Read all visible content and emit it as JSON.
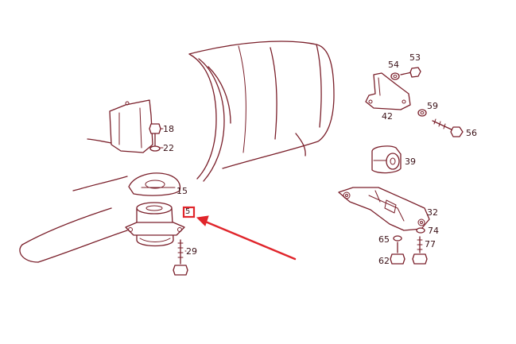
{
  "diagram": {
    "line_color": "#7a1f2a",
    "highlight_color": "#e0252b",
    "callouts": [
      {
        "id": "18",
        "text": "18"
      },
      {
        "id": "22",
        "text": "22"
      },
      {
        "id": "15",
        "text": "15"
      },
      {
        "id": "29",
        "text": "29"
      },
      {
        "id": "5",
        "text": "5"
      },
      {
        "id": "54",
        "text": "54"
      },
      {
        "id": "53",
        "text": "53"
      },
      {
        "id": "42",
        "text": "42"
      },
      {
        "id": "59",
        "text": "59"
      },
      {
        "id": "56",
        "text": "56"
      },
      {
        "id": "39",
        "text": "39"
      },
      {
        "id": "32",
        "text": "32"
      },
      {
        "id": "74",
        "text": "74"
      },
      {
        "id": "65",
        "text": "65"
      },
      {
        "id": "77",
        "text": "77"
      },
      {
        "id": "62",
        "text": "62"
      }
    ]
  }
}
